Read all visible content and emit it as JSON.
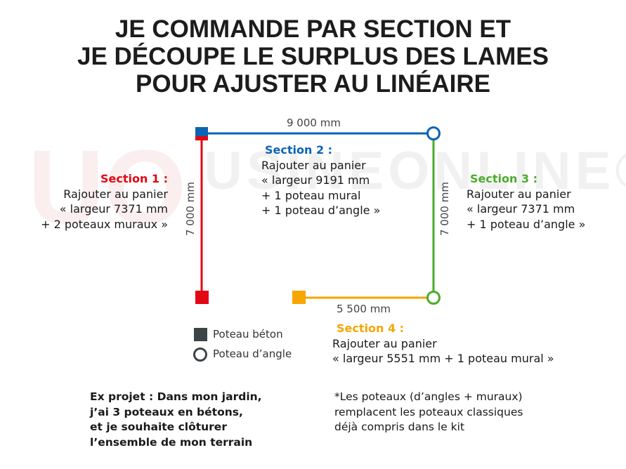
{
  "title": [
    "JE COMMANDE PAR SECTION ET",
    "JE DÉCOUPE LE SURPLUS DES LAMES",
    "POUR AJUSTER AU LINÉAIRE"
  ],
  "watermark": "USINEONLINE®",
  "logo": "UO",
  "colors": {
    "section1": "#e30613",
    "section2": "#0a63b4",
    "section3": "#4aab2b",
    "section4": "#f7a600",
    "post": "#3d4448"
  },
  "dimensions": {
    "top": "9 000 mm",
    "left": "7 000 mm",
    "right": "7 000 mm",
    "bottom": "5 500 mm"
  },
  "sections": [
    {
      "heading": "Section 1 :",
      "lines": [
        "Rajouter au panier",
        "« largeur 7371 mm",
        "+ 2 poteaux muraux »"
      ]
    },
    {
      "heading": "Section 2 :",
      "lines": [
        "Rajouter au panier",
        "« largeur 9191 mm",
        "+ 1 poteau mural",
        "+ 1 poteau d’angle »"
      ]
    },
    {
      "heading": "Section 3 :",
      "lines": [
        "Rajouter au panier",
        "« largeur 7371 mm",
        "+ 1 poteau d’angle »"
      ]
    },
    {
      "heading": "Section 4 :",
      "lines": [
        "Rajouter au panier",
        "« largeur 5551 mm + 1 poteau mural »"
      ]
    }
  ],
  "legend": {
    "square": "Poteau béton",
    "circle": "Poteau d’angle"
  },
  "example": [
    "Ex projet : Dans mon jardin,",
    "j’ai 3 poteaux en bétons,",
    "et je souhaite clôturer",
    "l’ensemble de mon terrain"
  ],
  "note": [
    "*Les poteaux (d’angles + muraux)",
    "remplacent les poteaux classiques",
    "déjà compris dans le kit"
  ]
}
